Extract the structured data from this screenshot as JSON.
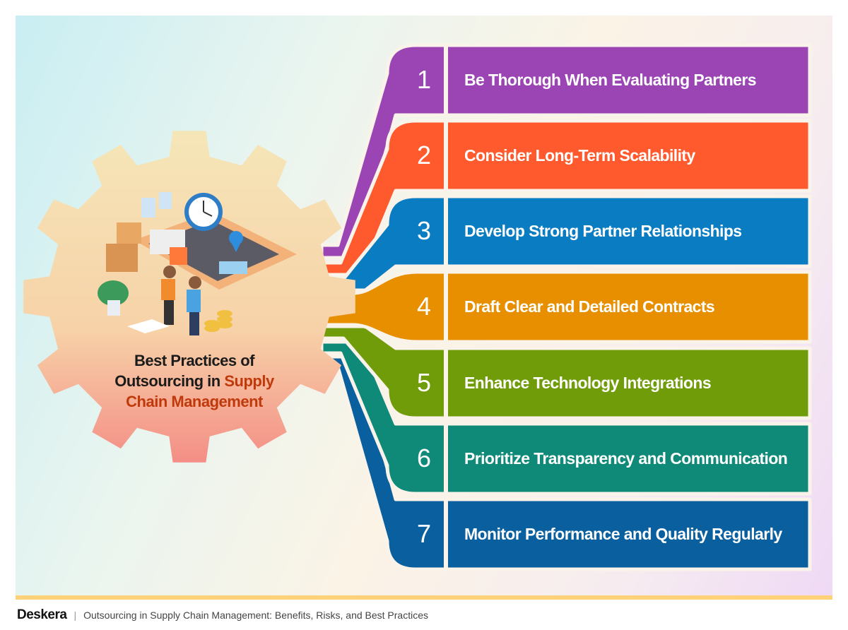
{
  "title": {
    "line1": "Best Practices of",
    "line2a": "Outsourcing in ",
    "line2b": "Supply",
    "line3": "Chain Management"
  },
  "items": [
    {
      "number": "1",
      "label": "Be Thorough When Evaluating Partners",
      "color": "#9B45B5"
    },
    {
      "number": "2",
      "label": "Consider Long-Term Scalability",
      "color": "#FF5A2D"
    },
    {
      "number": "3",
      "label": "Develop Strong Partner Relationships",
      "color": "#0A7CC1"
    },
    {
      "number": "4",
      "label": "Draft Clear and Detailed Contracts",
      "color": "#E88F00"
    },
    {
      "number": "5",
      "label": "Enhance Technology Integrations",
      "color": "#709C0A"
    },
    {
      "number": "6",
      "label": "Prioritize Transparency and Communication",
      "color": "#0F8A78"
    },
    {
      "number": "7",
      "label": "Monitor Performance and Quality Regularly",
      "color": "#0A5F9E"
    }
  ],
  "footer": {
    "brand": "Deskera",
    "separator": "|",
    "subtitle": "Outsourcing in Supply Chain Management: Benefits, Risks, and Best Practices"
  }
}
